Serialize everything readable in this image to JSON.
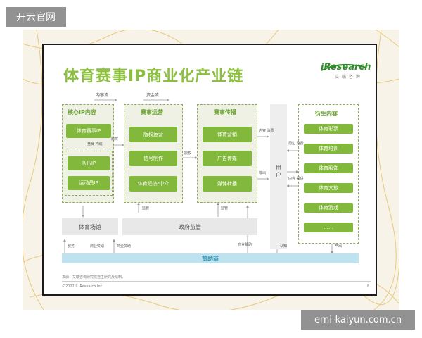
{
  "watermark": {
    "left": "开云官网",
    "right": "erni-kaiyun.com.cn"
  },
  "slide": {
    "title": "体育赛事IP商业化产业链",
    "logo": {
      "brand": "iResearch",
      "sub": "艾 瑞 咨 询"
    },
    "flows": {
      "content_flow": "内容流",
      "capital_flow": "资金流"
    },
    "core": {
      "title": "核心IP内容",
      "items": [
        "体育赛事IP",
        "队伍IP",
        "运动员IP"
      ],
      "label_compete": "竞赛\n构成"
    },
    "ops": {
      "title": "赛事运营",
      "items": [
        "版权运营",
        "信号制作",
        "体育经济/中介"
      ]
    },
    "broadcast": {
      "title": "赛事传播",
      "items": [
        "体育营销",
        "广告传媒",
        "媒体转播"
      ]
    },
    "user": {
      "label": "用户"
    },
    "deriv": {
      "title": "衍生内容",
      "items": [
        "体育彩票",
        "体育培训",
        "体育服饰",
        "体育文旅",
        "体育游戏",
        "……"
      ]
    },
    "edge_labels": {
      "purchase": "购买",
      "authorize": "授权",
      "content_consume_1": "内容\n消费",
      "output": "输出",
      "content_consume_2": "周边\n消费",
      "content_consume_3": "内容\n提供",
      "supervise_1": "监管",
      "supervise_2": "监管",
      "service": "服务",
      "biz_sponsor_1": "商业赞助",
      "biz_sponsor_2": "商业赞助",
      "biz_sponsor_3": "商业赞助",
      "recognize": "认知",
      "output2": "产出"
    },
    "venue": {
      "label": "体育场馆"
    },
    "gov": {
      "label": "政府监管"
    },
    "sponsor": {
      "label": "赞助商"
    },
    "footer": {
      "source": "来源：艾瑞咨询研究院自主研究及绘制。",
      "copyright": "©2022.9 iResearch Inc.",
      "page": "8"
    }
  }
}
